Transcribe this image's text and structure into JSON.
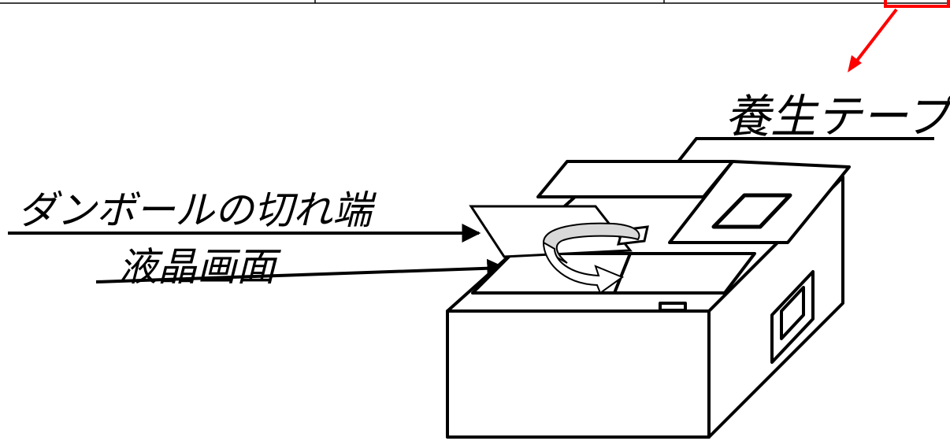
{
  "labels": {
    "tape": "養生テープ",
    "cardboard_scrap": "ダンボールの切れ端",
    "lcd_screen": "液晶画面"
  },
  "colors": {
    "line": "#000000",
    "highlight_box": "#ff0000",
    "pointer_arrow": "#ff0000",
    "curved_arrow_fill": "#d9d9d9",
    "background": "#ffffff"
  }
}
